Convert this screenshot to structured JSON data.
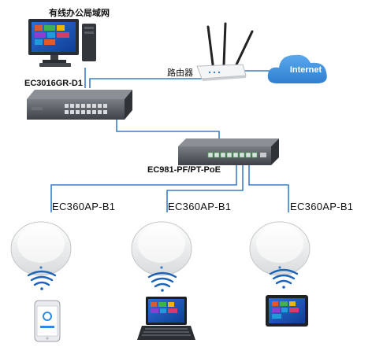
{
  "labels": {
    "lan_pc": "有线办公局域网",
    "router": "路由器",
    "internet": "Internet",
    "switch_main": "EC3016GR-D1",
    "switch_poe": "EC981-PF/PT-PoE",
    "ap1": "EC360AP-B1",
    "ap2": "EC360AP-B1",
    "ap3": "EC360AP-B1"
  },
  "colors": {
    "link_line": "#3a7fc8",
    "cloud": "#3b8fdc",
    "device_gray": "#555a60",
    "port_green": "#3db04a"
  },
  "icons": [
    "desktop-pc-icon",
    "wireless-router-icon",
    "internet-cloud-icon",
    "rack-switch-icon",
    "poe-switch-icon",
    "access-point-icon",
    "wifi-signal-icon",
    "smartphone-icon",
    "laptop-icon",
    "tablet-icon"
  ]
}
